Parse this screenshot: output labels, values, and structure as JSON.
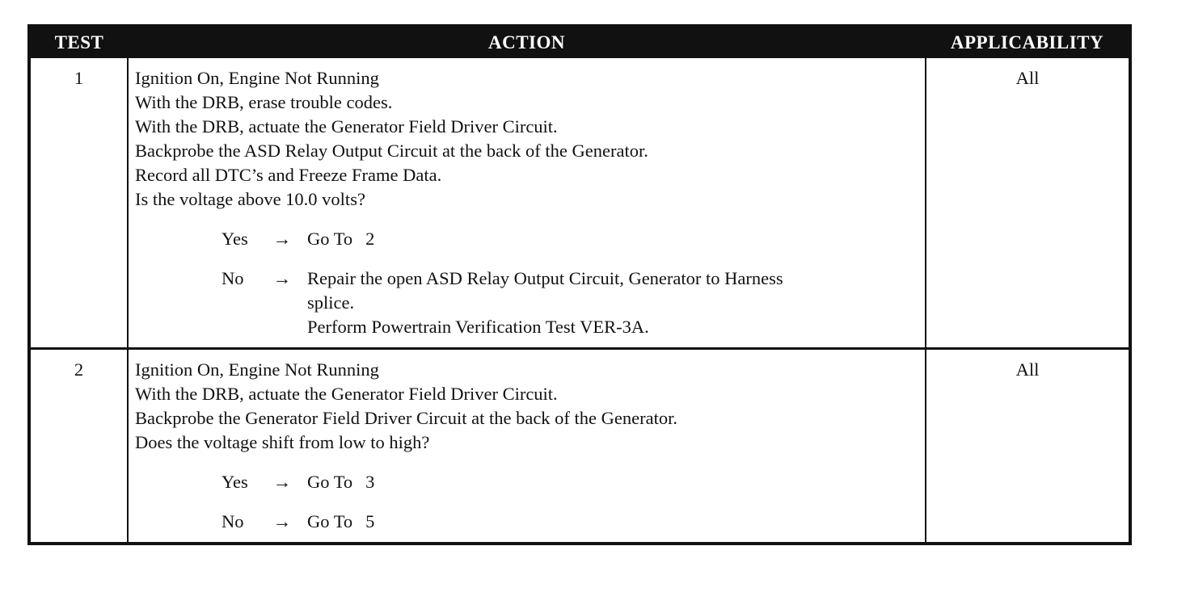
{
  "headers": {
    "test": "TEST",
    "action": "ACTION",
    "applicability": "APPLICABILITY"
  },
  "arrow_glyph": "→",
  "rows": [
    {
      "test": "1",
      "applicability": "All",
      "steps": [
        "Ignition On, Engine Not Running",
        "With the DRB, erase trouble codes.",
        "With the DRB, actuate the Generator Field Driver Circuit.",
        "Backprobe the ASD Relay Output Circuit at the back of the Generator.",
        "Record all DTC’s and Freeze Frame Data.",
        "Is the voltage above 10.0 volts?"
      ],
      "yes": {
        "label": "Yes",
        "goto": "Go To",
        "goto_num": "2"
      },
      "no": {
        "label": "No",
        "lines": [
          "Repair the open ASD Relay Output Circuit, Generator to Harness",
          "splice.",
          "Perform Powertrain Verification Test VER-3A."
        ]
      }
    },
    {
      "test": "2",
      "applicability": "All",
      "steps": [
        "Ignition On, Engine Not Running",
        "With the DRB, actuate the Generator Field Driver Circuit.",
        "Backprobe the Generator Field Driver Circuit at the back of the Generator.",
        "Does the voltage shift from low to high?"
      ],
      "yes": {
        "label": "Yes",
        "goto": "Go To",
        "goto_num": "3"
      },
      "no": {
        "label": "No",
        "goto": "Go To",
        "goto_num": "5"
      }
    }
  ]
}
